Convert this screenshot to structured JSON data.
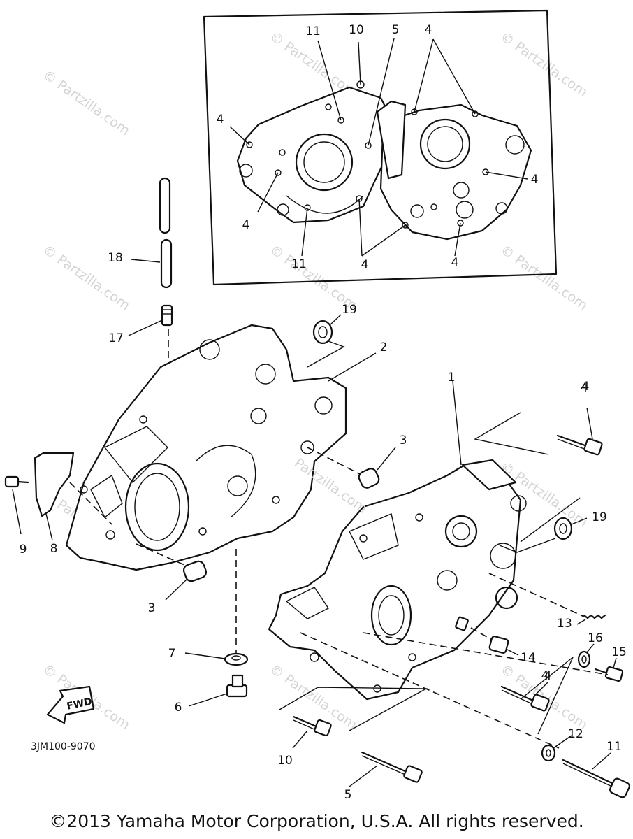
{
  "diagram": {
    "watermark_text": "© Partzilla.com",
    "center_watermark": "Partzilla.com",
    "drawing_code": "3JM100-9070",
    "fwd_label": "FWD",
    "callouts": [
      "1",
      "2",
      "3",
      "3",
      "4",
      "4",
      "4",
      "4",
      "4",
      "4",
      "4",
      "4",
      "4",
      "4",
      "5",
      "5",
      "6",
      "7",
      "8",
      "9",
      "10",
      "10",
      "11",
      "11",
      "11",
      "12",
      "13",
      "14",
      "15",
      "16",
      "17",
      "18",
      "19",
      "19"
    ]
  },
  "footer": {
    "copyright": "©2013 Yamaha Motor Corporation, U.S.A. All rights reserved."
  }
}
